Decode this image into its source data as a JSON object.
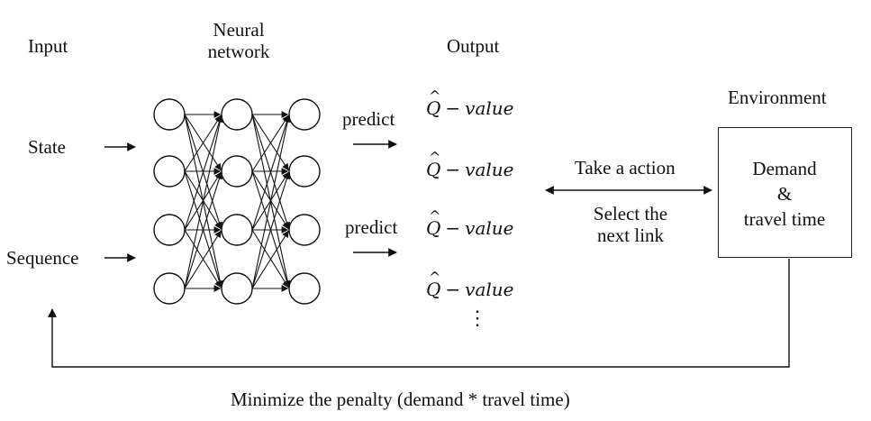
{
  "headers": {
    "input": "Input",
    "neural_network_line1": "Neural",
    "neural_network_line2": "network",
    "output": "Output",
    "environment": "Environment"
  },
  "inputs": [
    "State",
    "Sequence"
  ],
  "network": {
    "layers": 3,
    "nodes_per_layer": 4
  },
  "predict_labels": [
    "predict",
    "predict"
  ],
  "outputs": {
    "q_symbol": "Q",
    "q_hat": "^",
    "minus": "−",
    "value_word": "value",
    "count": 4,
    "ellipsis": "⋮"
  },
  "action": {
    "top": "Take a action",
    "bottom_line1": "Select the",
    "bottom_line2": "next link"
  },
  "environment_box": {
    "line1": "Demand",
    "line2": "&",
    "line3": "travel time"
  },
  "feedback": {
    "label": "Minimize the penalty (demand * travel time)"
  },
  "colors": {
    "ink": "#111111",
    "background": "#ffffff"
  }
}
